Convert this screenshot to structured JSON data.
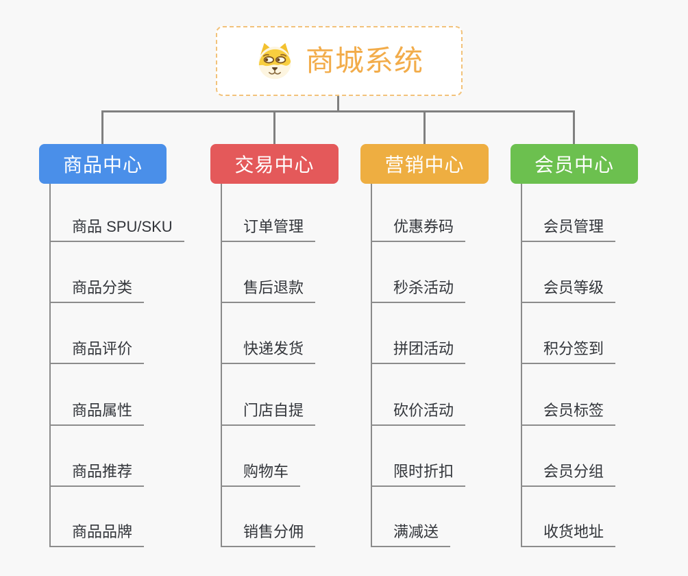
{
  "colors": {
    "background": "#f8f8f8",
    "connector": "#808080",
    "underline": "#8c8c8c",
    "leaf_text": "#32353a"
  },
  "root": {
    "title": "商城系统",
    "icon": "dog-face-icon",
    "title_color": "#f2ac4a",
    "border_color": "#f2c27a"
  },
  "branches": [
    {
      "label": "商品中心",
      "color": "#4a8fe9",
      "items": [
        "商品 SPU/SKU",
        "商品分类",
        "商品评价",
        "商品属性",
        "商品推荐",
        "商品品牌"
      ]
    },
    {
      "label": "交易中心",
      "color": "#e4595a",
      "items": [
        "订单管理",
        "售后退款",
        "快递发货",
        "门店自提",
        "购物车",
        "销售分佣"
      ]
    },
    {
      "label": "营销中心",
      "color": "#eeae41",
      "items": [
        "优惠券码",
        "秒杀活动",
        "拼团活动",
        "砍价活动",
        "限时折扣",
        "满减送"
      ]
    },
    {
      "label": "会员中心",
      "color": "#6cc04f",
      "items": [
        "会员管理",
        "会员等级",
        "积分签到",
        "会员标签",
        "会员分组",
        "收货地址"
      ]
    }
  ]
}
